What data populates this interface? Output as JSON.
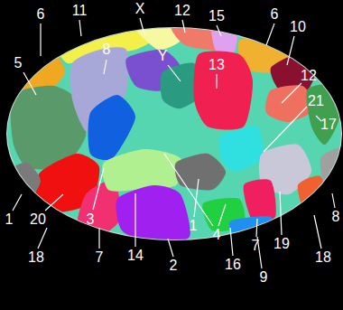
{
  "diagram": {
    "labels": [
      "6",
      "11",
      "X",
      "12",
      "15",
      "6",
      "10",
      "5",
      "8",
      "Y",
      "13",
      "12",
      "21",
      "17",
      "1",
      "20",
      "3",
      "18",
      "7",
      "14",
      "2",
      "1",
      "4",
      "16",
      "9",
      "7",
      "19",
      "18",
      "8"
    ]
  }
}
